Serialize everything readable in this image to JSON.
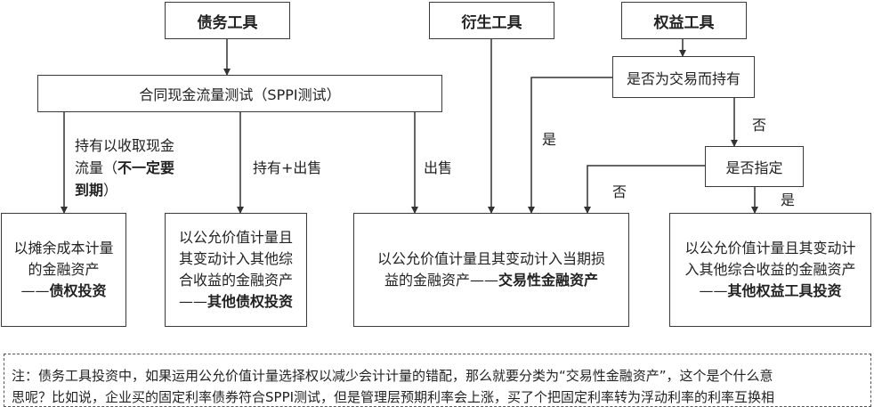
{
  "headers": {
    "debt": "债务工具",
    "derivative": "衍生工具",
    "equity": "权益工具"
  },
  "conditions": {
    "sppi": "合同现金流量测试（SPPI测试）",
    "trading": "是否为交易而持有",
    "designated": "是否指定"
  },
  "edge_labels": {
    "hold_collect_1": "持有以收取现金",
    "hold_collect_2": "流量（",
    "hold_collect_bold": "不一定要",
    "hold_collect_3": "到期",
    "hold_collect_4": "）",
    "hold_sell": "持有+出售",
    "sell": "出售",
    "yes_trading": "是",
    "no_trading": "否",
    "no_designated": "否",
    "yes_designated": "是"
  },
  "results": {
    "amortized": {
      "line1": "以摊余成本计量",
      "line2": "的金融资产",
      "line3": "——",
      "bold": "债权投资"
    },
    "fvoci_debt": {
      "line1": "以公允价值计量且",
      "line2": "其变动计入其他综",
      "line3": "合收益的金融资产",
      "line4": "——",
      "bold": "其他债权投资"
    },
    "fvtpl": {
      "line1": "以公允价值计量且其变动计入当期损",
      "line2": "益的金融资产",
      "dash": "——",
      "bold": "交易性金融资产"
    },
    "fvoci_equity": {
      "line1": "以公允价值计量且其变动计",
      "line2": "入其他综合收益的金融资产",
      "line3": "——",
      "bold": "其他权益工具投资"
    }
  },
  "note": {
    "line1": "注：债务工具投资中，如果运用公允价值计量选择权以减少会计计量的错配，那么就要分类为“交易性金融资产”，这个是个什么意",
    "line2": "思呢？比如说，企业买的固定利率债券符合SPPI测试，但是管理层预期利率会上涨，买了个把固定利率转为浮动利率的利率互换相"
  },
  "colors": {
    "line": "#333333",
    "border": "#3a3a3a"
  }
}
